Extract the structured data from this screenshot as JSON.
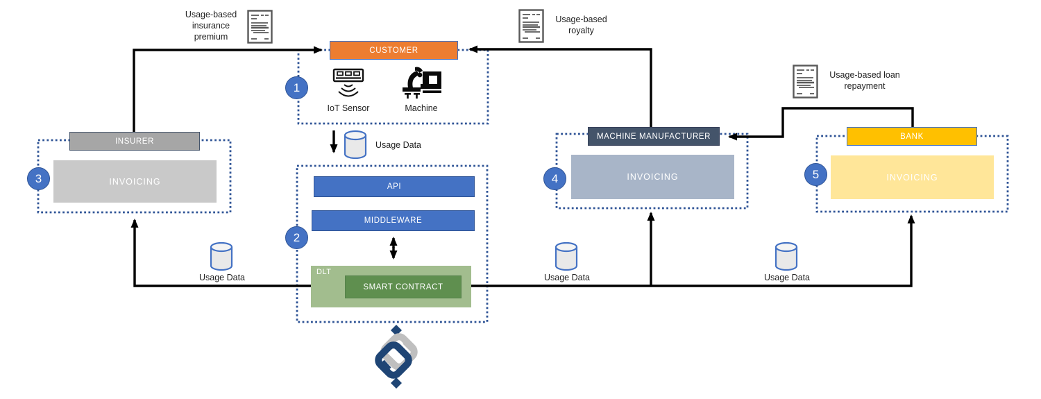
{
  "diagram": {
    "steps": [
      "1",
      "2",
      "3",
      "4",
      "5"
    ],
    "customer": {
      "label": "CUSTOMER",
      "iot_sensor": "IoT Sensor",
      "machine": "Machine"
    },
    "platform": {
      "api": "API",
      "middleware": "MIDDLEWARE",
      "dlt": "DLT",
      "smart_contract": "SMART CONTRACT"
    },
    "insurer": {
      "label": "INSURER",
      "invoicing": "INVOICING"
    },
    "manufacturer": {
      "label": "MACHINE MANUFACTURER",
      "invoicing": "INVOICING"
    },
    "bank": {
      "label": "BANK",
      "invoicing": "INVOICING"
    },
    "flow_labels": {
      "insurance_premium": "Usage-based insurance premium",
      "royalty": "Usage-based royalty",
      "loan_repayment": "Usage-based loan repayment"
    },
    "usage_data_labels": [
      "Usage Data",
      "Usage Data",
      "Usage Data",
      "Usage Data"
    ],
    "colors": {
      "accent_blue": "#4472C4",
      "dashed_border_blue": "#2F5496",
      "customer_orange": "#ED7D31",
      "insurer_gray": "#A6A6A6",
      "invoicing_gray": "#C9C9C9",
      "manufacturer_navy": "#44546A",
      "invoicing_blue_gray": "#A8B5C8",
      "bank_gold": "#FFC000",
      "invoicing_light_yellow": "#FFE699",
      "dlt_green": "#A2BD8E",
      "smart_contract_green": "#5F8F4F",
      "line_black": "#000000",
      "logo_navy": "#1F4575",
      "logo_gray": "#BFBFBF"
    }
  }
}
